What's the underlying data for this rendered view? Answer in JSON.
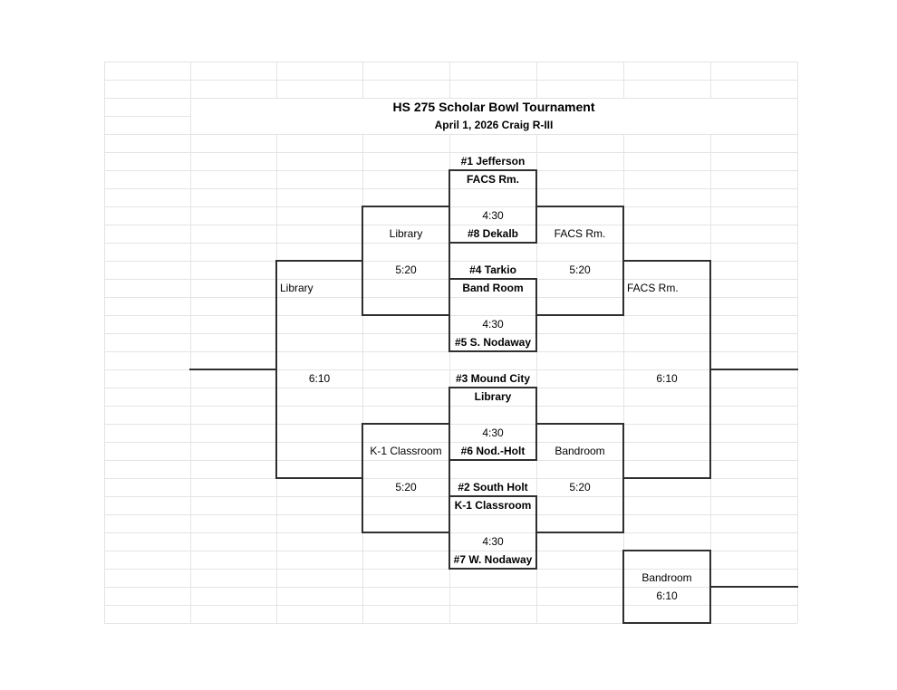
{
  "title": "HS 275 Scholar Bowl Tournament",
  "subtitle": "April 1, 2026 Craig R-III",
  "colors": {
    "background": "#ffffff",
    "grid_line": "#e4e4e4",
    "bracket_line": "#2f2f2f",
    "text": "#000000"
  },
  "round1": {
    "games": [
      {
        "top_team": "#1 Jefferson",
        "room": "FACS Rm.",
        "time": "4:30",
        "bottom_team": "#8 Dekalb"
      },
      {
        "top_team": "#4 Tarkio",
        "room": "Band Room",
        "time": "4:30",
        "bottom_team": "#5 S. Nodaway"
      },
      {
        "top_team": "#3 Mound City",
        "room": "Library",
        "time": "4:30",
        "bottom_team": "#6 Nod.-Holt"
      },
      {
        "top_team": "#2 South Holt",
        "room": "K-1 Classroom",
        "time": "4:30",
        "bottom_team": "#7 W. Nodaway"
      }
    ]
  },
  "left_semifinals": [
    {
      "room": "Library",
      "time": "5:20"
    },
    {
      "room": "K-1 Classroom",
      "time": "5:20"
    }
  ],
  "right_consolation_semis": [
    {
      "room": "FACS Rm.",
      "time": "5:20"
    },
    {
      "room": "Bandroom",
      "time": "5:20"
    }
  ],
  "left_final": {
    "room": "Library",
    "time": "6:10"
  },
  "right_final": {
    "room": "FACS Rm.",
    "time": "6:10"
  },
  "bottom_right_game": {
    "room": "Bandroom",
    "time": "6:10"
  }
}
